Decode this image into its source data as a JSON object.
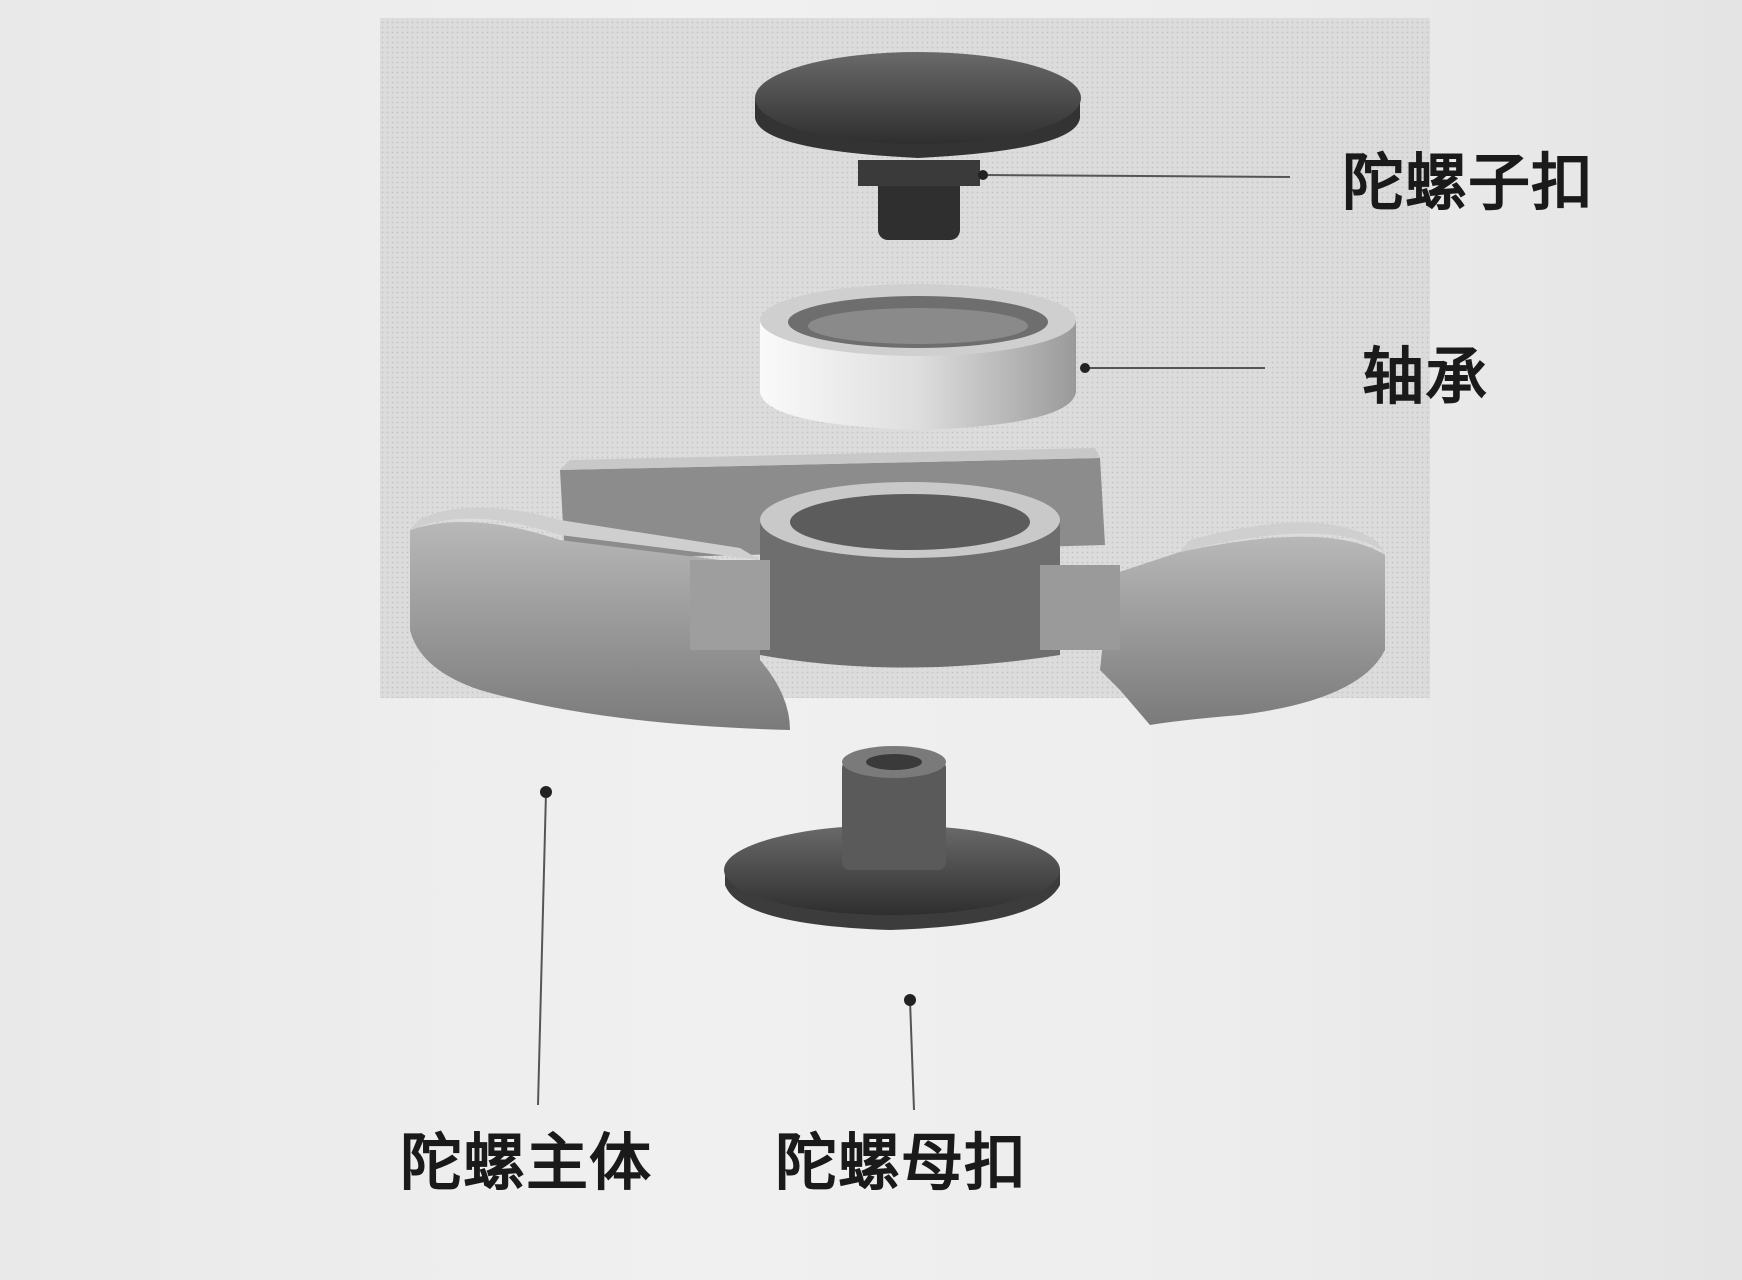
{
  "labels": {
    "top_button": "陀螺子扣",
    "bearing": "轴承",
    "main_body": "陀螺主体",
    "bottom_button": "陀螺母扣"
  },
  "colors": {
    "paper": "#ececec",
    "figure_background": "#d6d6d6",
    "dark_part": "#4a4a4a",
    "light_part": "#e2e2e2",
    "body_part": "#9a9a9a",
    "text": "#1a1a1a"
  }
}
